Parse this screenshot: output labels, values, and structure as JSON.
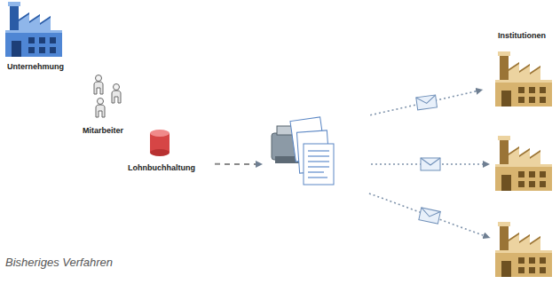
{
  "diagram": {
    "caption": "Bisheriges Verfahren",
    "nodes": [
      {
        "text": [
          "Unternehmung"
        ]
      },
      {
        "text": [
          "Mitarbeiter"
        ]
      },
      {
        "text": [
          "Lohnbuchhaltung"
        ]
      },
      {
        "text": []
      },
      {
        "text": [
          "Institutionen"
        ]
      },
      {
        "text": []
      },
      {
        "text": []
      }
    ],
    "edges": [
      {
        "from": 2,
        "to": 3,
        "arrow": "to"
      },
      {
        "from": 3,
        "to": 4,
        "arrow": "to"
      },
      {
        "from": 3,
        "to": 5,
        "arrow": "to"
      },
      {
        "from": 3,
        "to": 6,
        "arrow": "to"
      }
    ]
  }
}
